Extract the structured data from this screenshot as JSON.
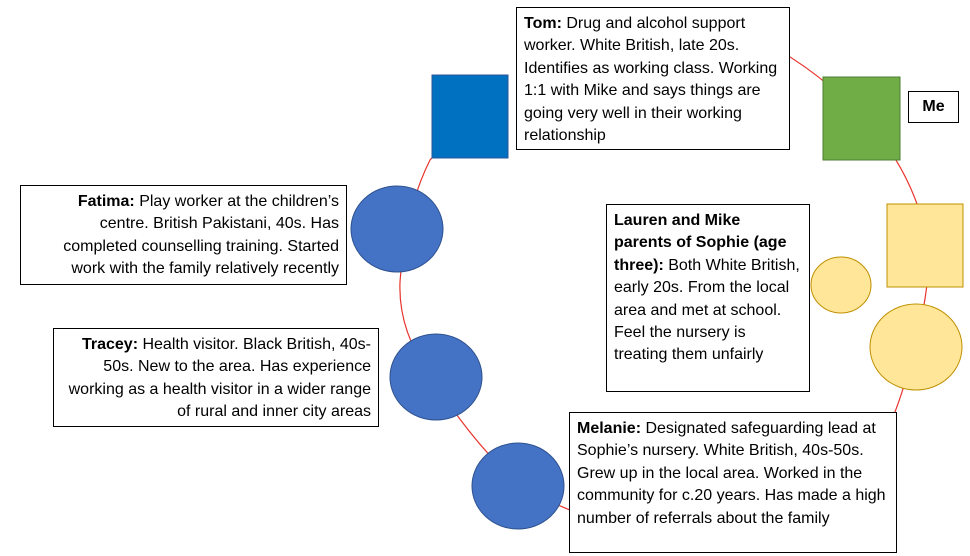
{
  "colors": {
    "connector": "#e8332c",
    "professional_square": "#0070c0",
    "me_square": "#70ad47",
    "professional_circle": "#4472c4",
    "family_member": "#ffe699",
    "family_border": "#bf9000"
  },
  "me": {
    "label": "Me"
  },
  "notes": {
    "tom": {
      "name": "Tom:",
      "text": " Drug and alcohol support worker. White British, late 20s. Identifies as working class. Working 1:1 with Mike and says things are going very well in their working relationship"
    },
    "fatima": {
      "name": "Fatima:",
      "text": " Play worker at the children’s centre. British Pakistani, 40s. Has completed counselling training. Started work with the family relatively recently"
    },
    "tracey": {
      "name": "Tracey:",
      "text": " Health visitor. Black British, 40s-50s. New to the area. Has experience working as a health visitor in a wider range of rural and inner city areas"
    },
    "lauren": {
      "name": "Lauren and Mike parents of Sophie (age three):",
      "text": " Both White British, early 20s. From the local area and met at school. Feel the nursery is treating them unfairly"
    },
    "melanie": {
      "name": "Melanie:",
      "text": " Designated safeguarding lead at Sophie’s nursery. White British, 40s-50s. Grew up in the local area. Worked in the community for c.20 years. Has made a high number of referrals about the family"
    }
  }
}
